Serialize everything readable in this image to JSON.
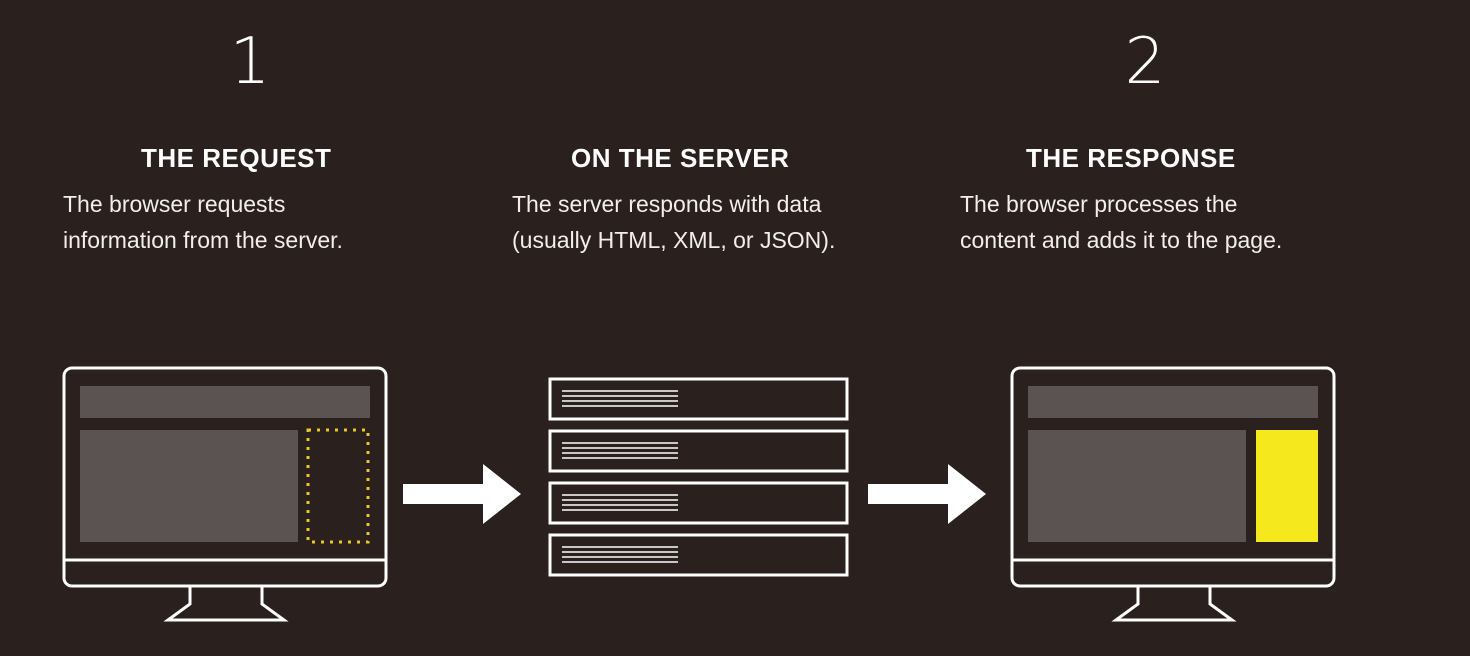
{
  "steps": [
    {
      "number": "1",
      "heading": "THE REQUEST",
      "description_lines": [
        "The browser requests",
        "information from the server."
      ]
    },
    {
      "number": "",
      "heading": "ON THE SERVER",
      "description_lines": [
        "The server responds with data",
        "(usually HTML, XML, or JSON)."
      ]
    },
    {
      "number": "2",
      "heading": "THE RESPONSE",
      "description_lines": [
        "The browser processes the",
        "content and adds it to the page."
      ]
    }
  ],
  "icons": {
    "request_computer": "monitor-with-empty-dotted-placeholder-icon",
    "server": "server-stack-icon",
    "response_computer": "monitor-with-filled-content-icon",
    "arrows": "right-arrow-icon"
  },
  "colors": {
    "background": "#2a201d",
    "foreground": "#ffffff",
    "screen_content": "#5a5352",
    "highlight": "#f5e81c",
    "dotted_placeholder": "#e8c928"
  }
}
